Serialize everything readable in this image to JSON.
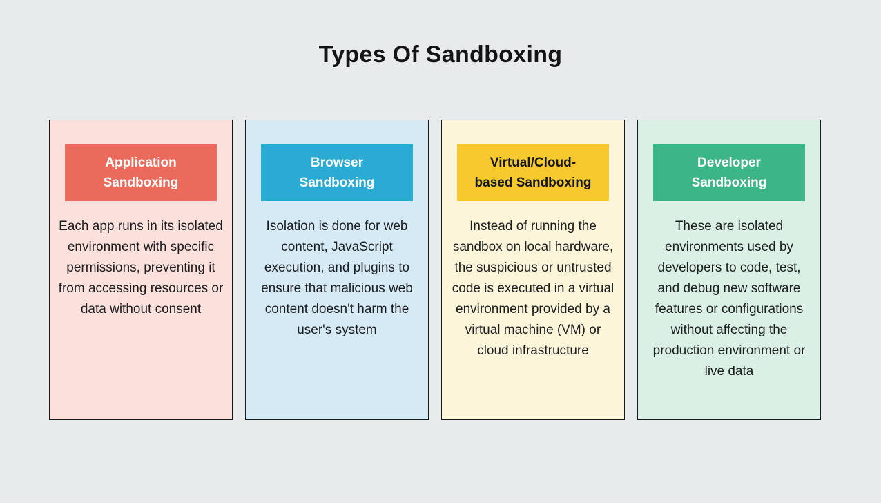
{
  "page": {
    "title": "Types Of Sandboxing",
    "background": "#E8EBEB",
    "border_color": "#17181A"
  },
  "cards": [
    {
      "name": "application-sandboxing",
      "title": "Application\nSandboxing",
      "description": "Each app runs in its isolated environment with specific permissions, preventing it from accessing resources or data without consent",
      "colors": {
        "header_bg": "#EA6A5B",
        "header_text": "#FFFFFF",
        "card_bg": "#FCE0DB"
      }
    },
    {
      "name": "browser-sandboxing",
      "title": "Browser\nSandboxing",
      "description": "Isolation is done for web content, JavaScript execution, and plugins to ensure that malicious web content doesn't harm the user's system",
      "colors": {
        "header_bg": "#29ABD3",
        "header_text": "#FFFFFF",
        "card_bg": "#D6EAF6"
      }
    },
    {
      "name": "virtual-cloud-based-sandboxing",
      "title": "Virtual/Cloud-\nbased Sandboxing",
      "description": "Instead of running the sandbox on local hardware, the suspicious or untrusted code is executed in a virtual environment provided by a virtual machine (VM) or cloud infrastructure",
      "colors": {
        "header_bg": "#F7C92F",
        "header_text": "#15171A",
        "card_bg": "#FDF5D9"
      }
    },
    {
      "name": "developer-sandboxing",
      "title": "Developer\nSandboxing",
      "description": "These are isolated environments used by developers to code, test, and debug new software features or configurations without affecting the production environment or live data",
      "colors": {
        "header_bg": "#3DB687",
        "header_text": "#FFFFFF",
        "card_bg": "#DAF0E4"
      }
    }
  ]
}
